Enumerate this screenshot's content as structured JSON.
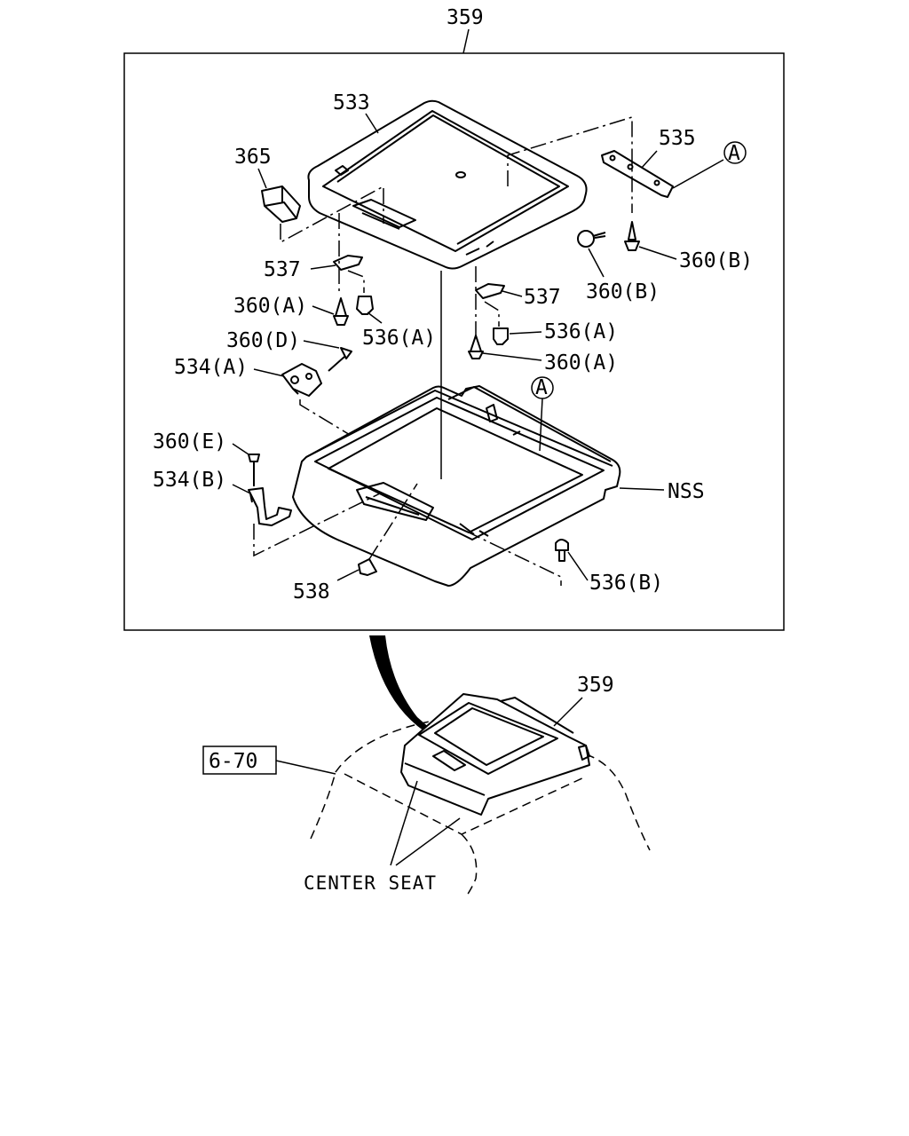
{
  "diagram": {
    "title_callout": "359",
    "labels": {
      "p533": "533",
      "p365": "365",
      "p535": "535",
      "ref_a_top": "A",
      "p360b_right": "360(B)",
      "p360b_left": "360(B)",
      "p537_left": "537",
      "p537_right": "537",
      "p360a_left": "360(A)",
      "p536a_left": "536(A)",
      "p536a_right": "536(A)",
      "p360d": "360(D)",
      "p360a_right": "360(A)",
      "p534a": "534(A)",
      "ref_a_mid": "A",
      "p360e": "360(E)",
      "p534b": "534(B)",
      "nss": "NSS",
      "p538": "538",
      "p536b": "536(B)"
    },
    "lower_view": {
      "callout": "359",
      "ref_box": "6-70",
      "center_seat": "CENTER SEAT"
    }
  }
}
